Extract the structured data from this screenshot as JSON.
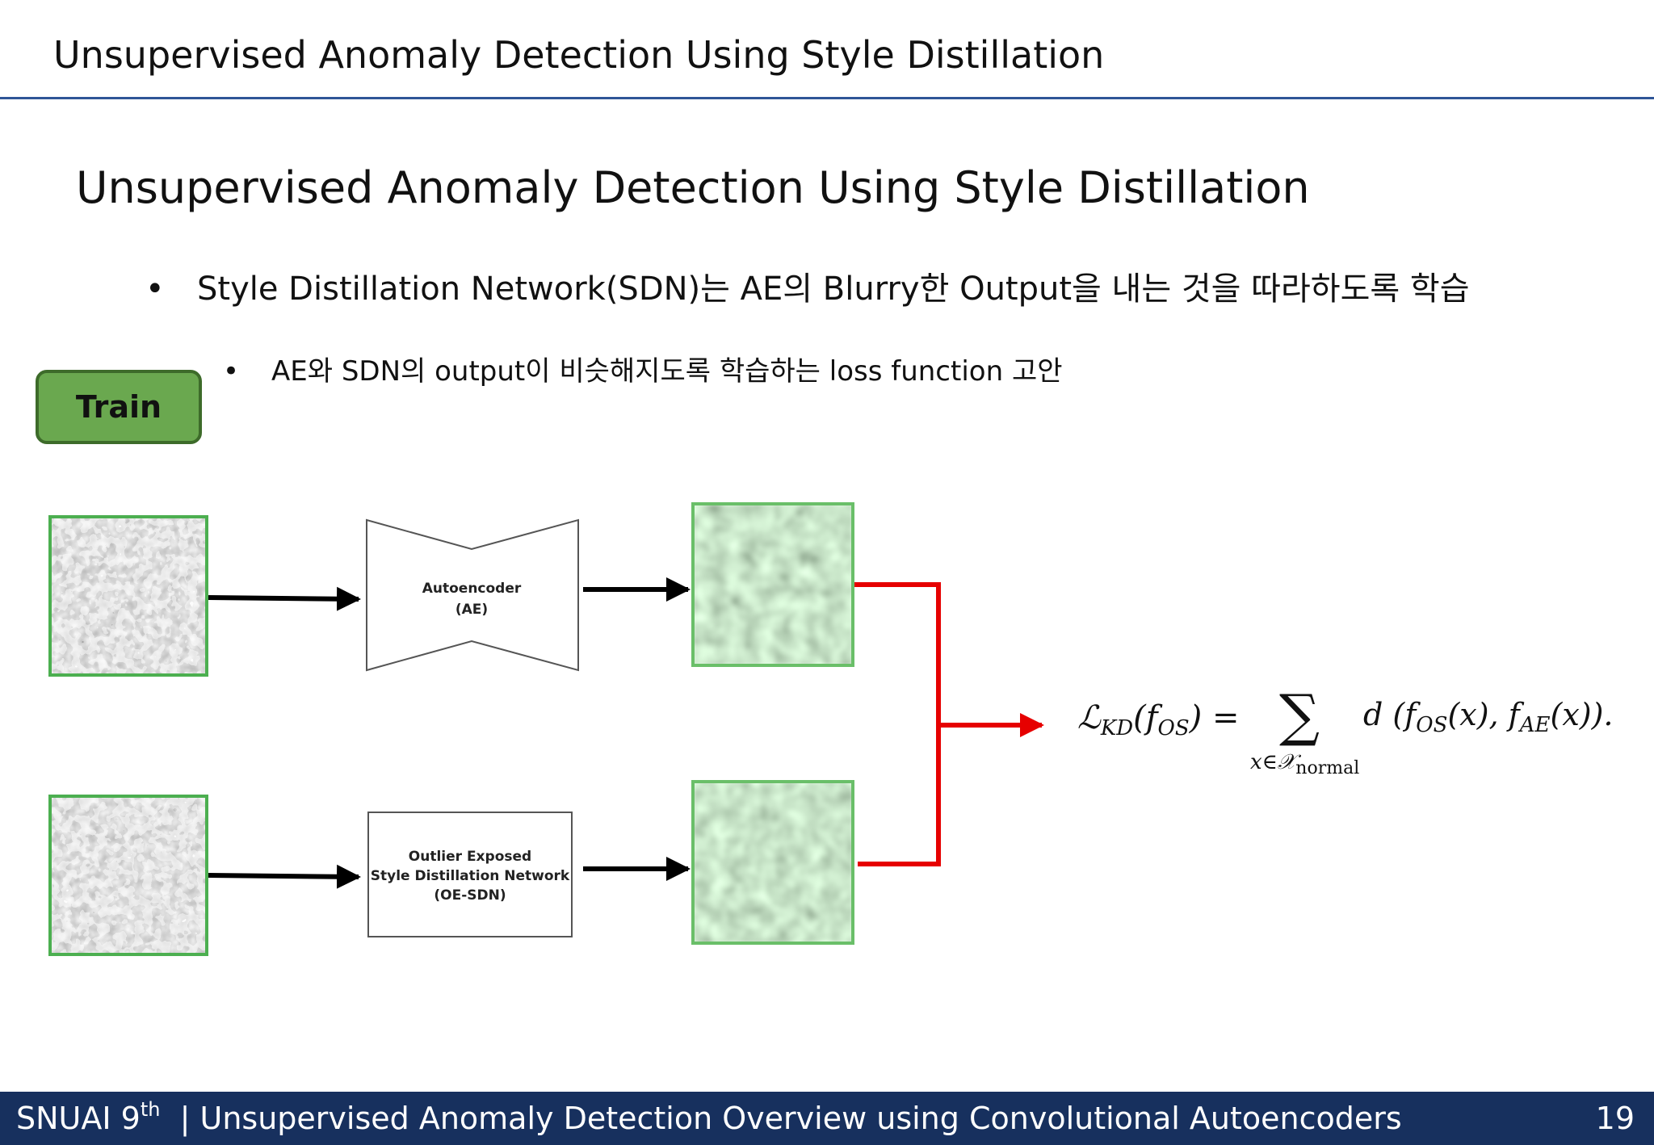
{
  "header": {
    "title": "Unsupervised Anomaly Detection Using Style Distillation"
  },
  "main": {
    "title": "Unsupervised Anomaly Detection Using Style Distillation",
    "bullet_1": "Style Distillation Network(SDN)는 AE의 Blurry한 Output을 내는 것을 따라하도록 학습",
    "bullet_2": "AE와 SDN의 output이 비슷해지도록 학습하는 loss function 고안",
    "bullet_symbol": "•"
  },
  "diagram": {
    "train_label": "Train",
    "ae_box": {
      "line_1": "Autoencoder",
      "line_2": "(AE)"
    },
    "sdn_box": {
      "line_1": "Outlier Exposed",
      "line_2": "Style Distillation Network",
      "line_3": "(OE-SDN)"
    },
    "formula": {
      "lhs_script": "ℒ",
      "lhs_sub": "KD",
      "lhs_arg": "(f",
      "lhs_arg_sub": "OS",
      "lhs_close": ") =",
      "sum_symbol": "∑",
      "sum_index": "x∈𝒳",
      "sum_index_sub": "normal",
      "rhs_d": "d (f",
      "rhs_sub_1": "OS",
      "rhs_mid": "(x), f",
      "rhs_sub_2": "AE",
      "rhs_end": "(x))."
    },
    "colors": {
      "arrow": "#000000",
      "merge_arrow": "#e60000",
      "image_border": "#4caf50",
      "train_fill": "#6aa84f"
    }
  },
  "footer": {
    "org": "SNUAI 9",
    "org_sup": "th",
    "separator": "  | ",
    "talk_title": "Unsupervised Anomaly Detection Overview using Convolutional Autoencoders",
    "page": "19"
  }
}
